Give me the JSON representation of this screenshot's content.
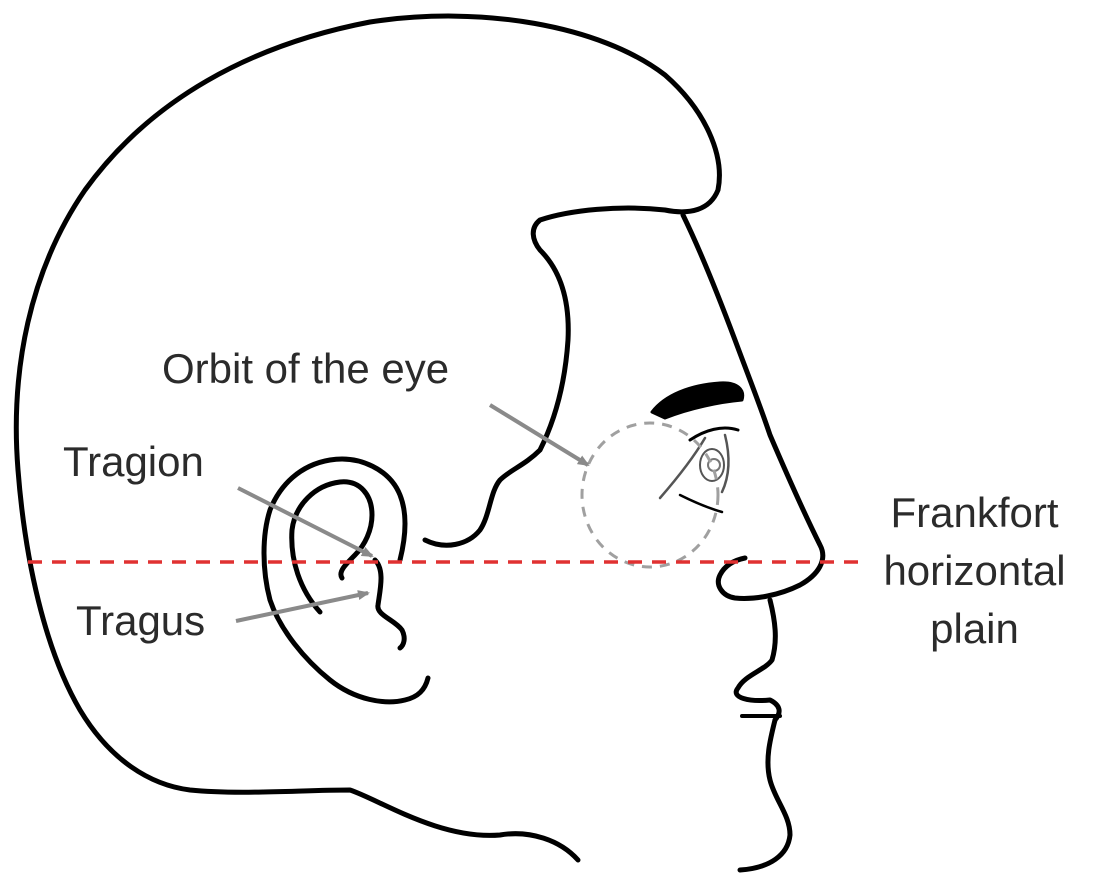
{
  "labels": {
    "orbit": "Orbit of the eye",
    "tragion": "Tragion",
    "tragus": "Tragus",
    "plane_line1": "Frankfort",
    "plane_line2": "horizontal",
    "plane_line3": "plain"
  },
  "colors": {
    "outline": "#000000",
    "arrow": "#8a8a8a",
    "orbit_circle": "#a0a0a0",
    "plane_line": "#e03131",
    "text": "#2b2b2b"
  }
}
